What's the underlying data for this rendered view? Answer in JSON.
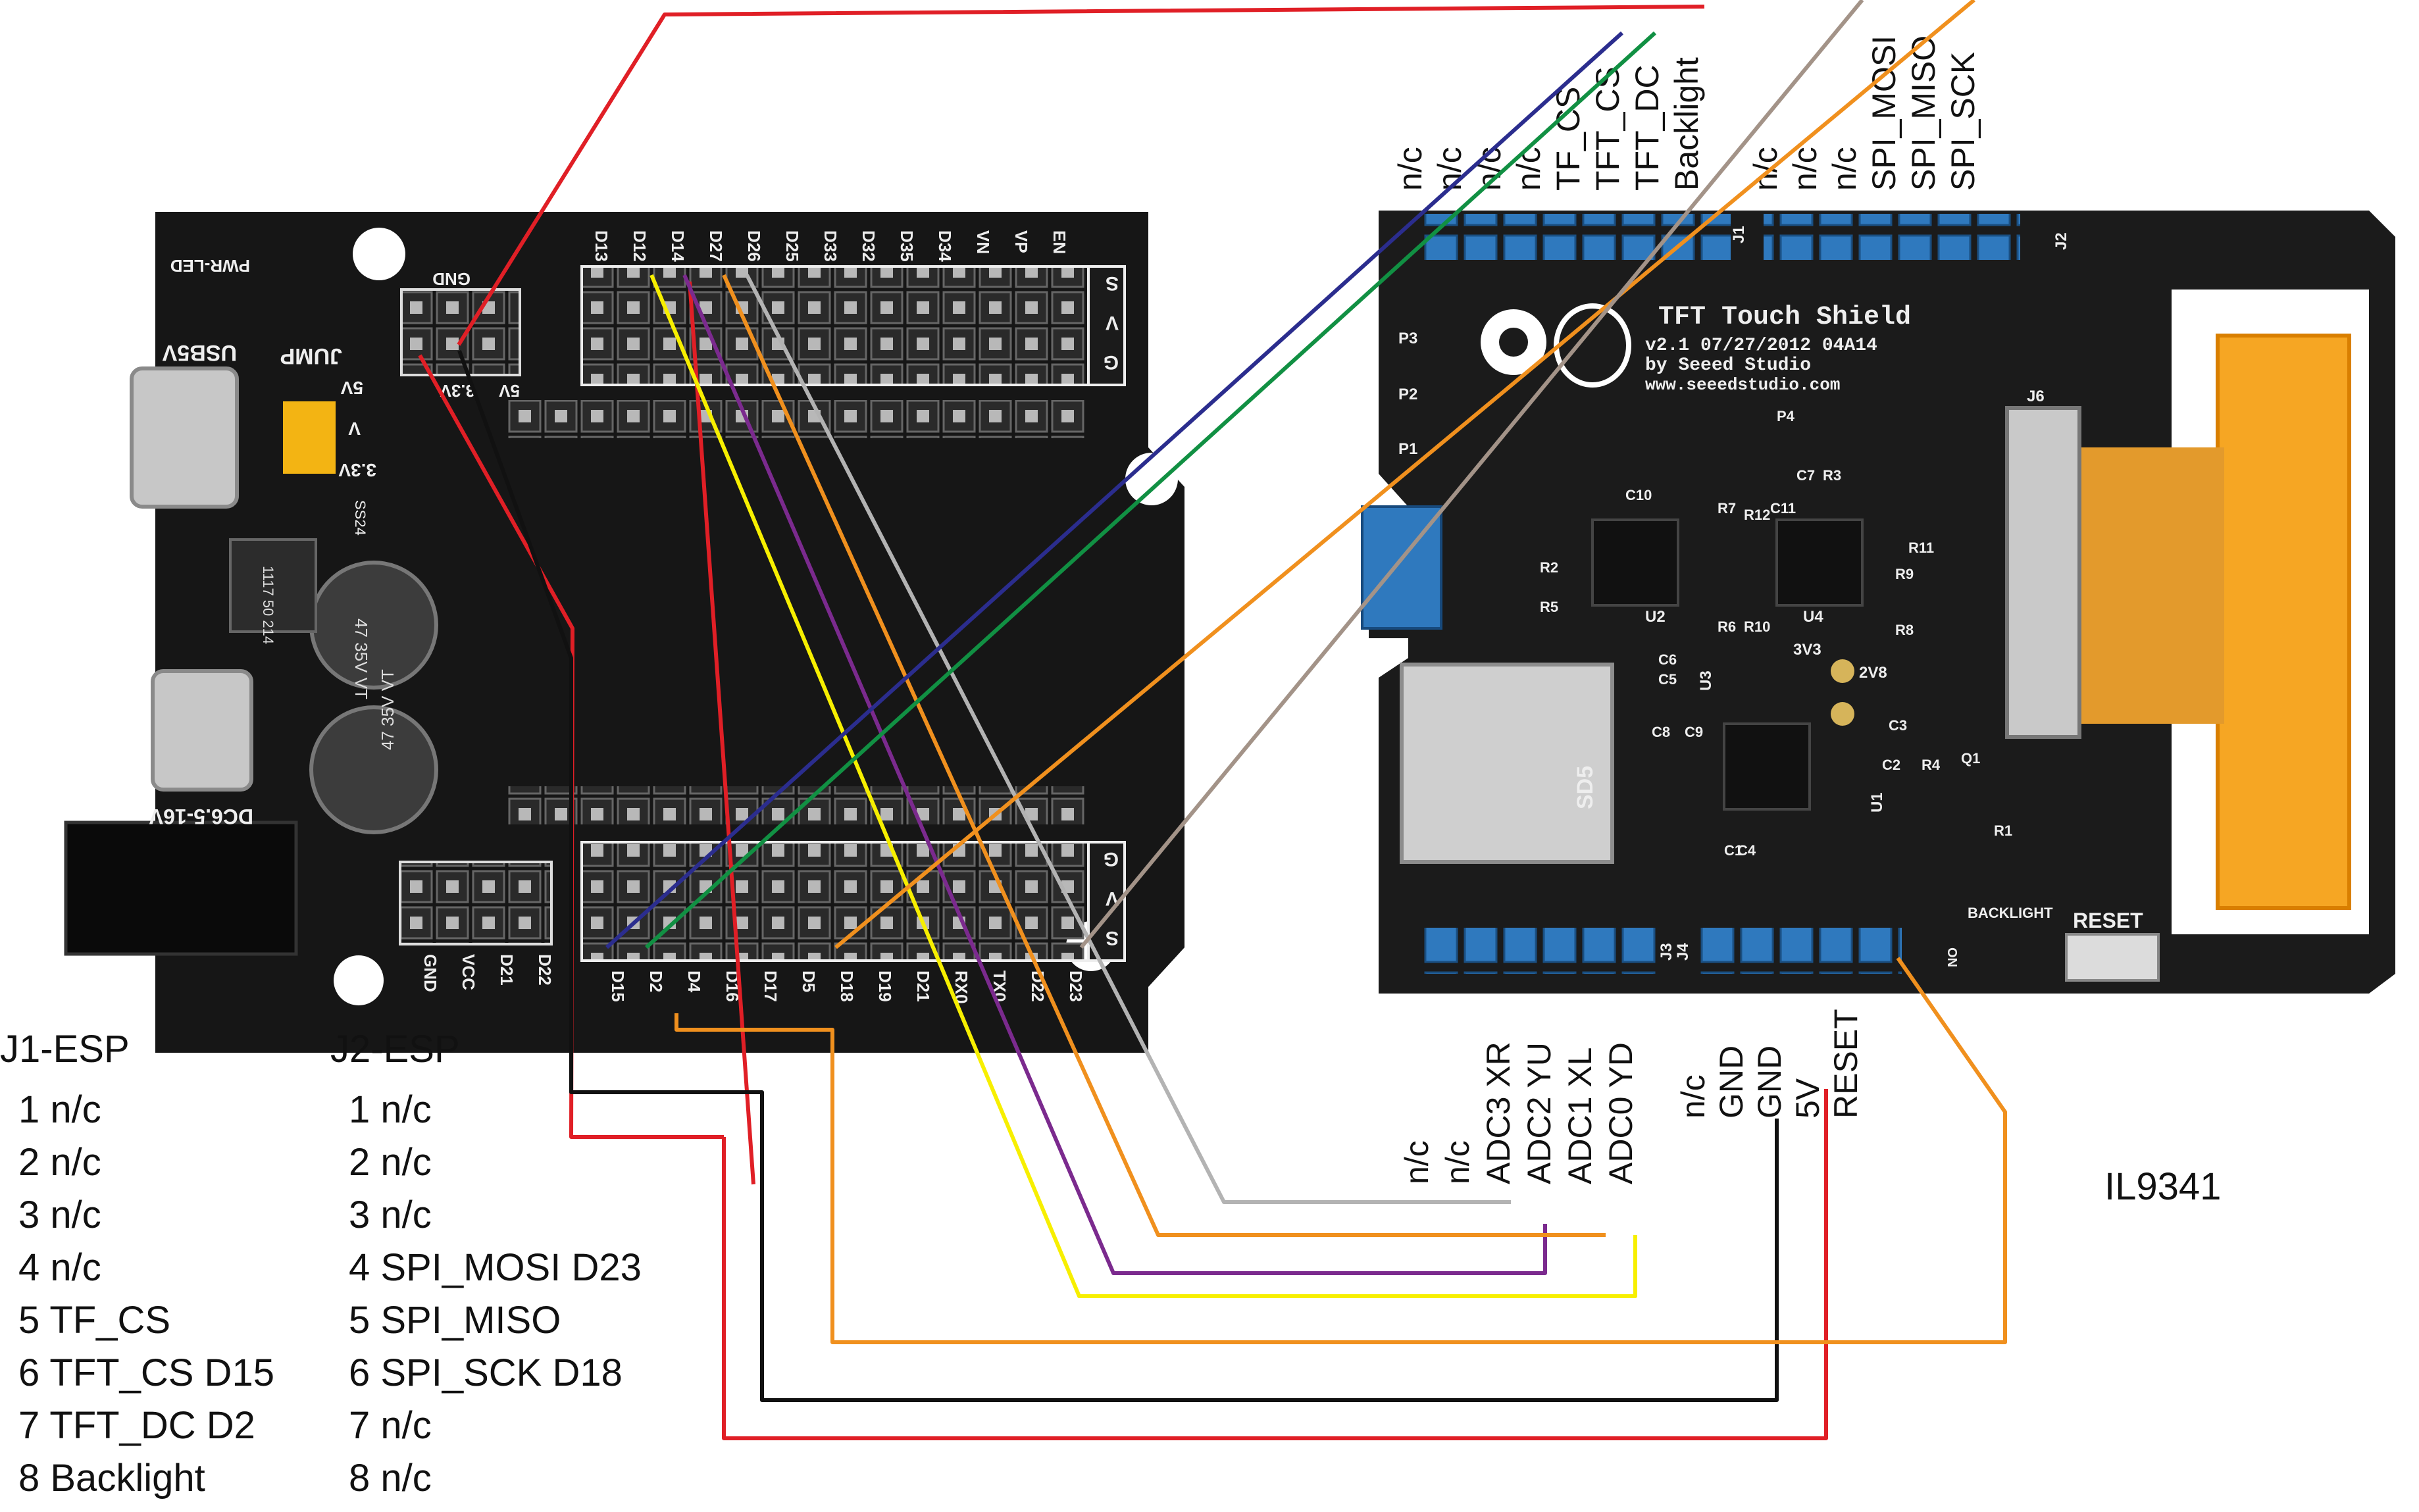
{
  "esp_board": {
    "top_header_labels": [
      "D13",
      "D12",
      "D14",
      "D27",
      "D26",
      "D25",
      "D33",
      "D32",
      "D35",
      "D34",
      "VN",
      "VP",
      "EN"
    ],
    "bottom_header_labels": [
      "D15",
      "D2",
      "D4",
      "D16",
      "D17",
      "D5",
      "D18",
      "D19",
      "D21",
      "RX0",
      "TX0",
      "D22",
      "D23"
    ],
    "side_labels": [
      "S",
      "V",
      "G"
    ],
    "aux_header_labels": [
      "GND",
      "VCC",
      "D21",
      "D22"
    ],
    "gnd_label": "GND",
    "v33_label": "3.3V",
    "v5_label": "5V",
    "jump_label": "JUMP",
    "jump_5v": "5V",
    "jump_v": "V",
    "jump_33v": "3.3V",
    "pwr_led": "PWR-LED",
    "usb_label": "USB5V",
    "dc_label": "DC6.5-16V",
    "ss24": "SS24",
    "ams_text": "1117 50 214",
    "cap1": "47 35V VT",
    "cap2": "47 35V VT"
  },
  "shield": {
    "title": "TFT Touch Shield",
    "version": "v2.1 07/27/2012 04A14",
    "by": "by Seeed Studio",
    "url": "www.seeedstudio.com",
    "top_pins_j1": [
      "n/c",
      "n/c",
      "n/c",
      "n/c",
      "TF_CS",
      "TFT_CS",
      "TFT_DC",
      "Backlight"
    ],
    "top_pins_j2": [
      "n/c",
      "n/c",
      "n/c",
      "SPI_MOSI",
      "SPI_MISO",
      "SPI_SCK"
    ],
    "bottom_pins_j3": [
      "n/c",
      "n/c",
      "ADC3 XR",
      "ADC2 YU",
      "ADC1 XL",
      "ADC0 YD"
    ],
    "bottom_pins_j4": [
      "n/c",
      "GND",
      "GND",
      "5V",
      "RESET"
    ],
    "j1": "J1",
    "j2": "J2",
    "j3": "J3",
    "j4": "J4",
    "j6": "J6",
    "reset_label": "RESET",
    "backlight_label": "BACKLIGHT",
    "on_label": "ON",
    "p1": "P1",
    "p2": "P2",
    "p3": "P3",
    "u2": "U2",
    "u3": "U3",
    "u4": "U4",
    "u1": "U1",
    "v33": "3V3",
    "v28": "2V8",
    "sd_text": "SD5",
    "components": [
      "C10",
      "R2",
      "R5",
      "R7",
      "R12",
      "C11",
      "R6",
      "R10",
      "R3",
      "C7",
      "P4",
      "R9",
      "R11",
      "R8",
      "C5",
      "C6",
      "C8",
      "C9",
      "C2",
      "C3",
      "C1",
      "C4",
      "R4",
      "Q1",
      "R1"
    ]
  },
  "legend_j1": {
    "title": "J1-ESP",
    "rows": [
      "1 n/c",
      "2 n/c",
      "3 n/c",
      "4 n/c",
      "5 TF_CS",
      "6 TFT_CS D15",
      "7 TFT_DC D2",
      "8 Backlight"
    ]
  },
  "legend_j2": {
    "title": "J2-ESP",
    "rows": [
      "1 n/c",
      "2 n/c",
      "3 n/c",
      "4 SPI_MOSI D23",
      "5 SPI_MISO",
      "6 SPI_SCK D18",
      "7 n/c",
      "8 n/c"
    ]
  },
  "display_label": "IL9341",
  "colors": {
    "pcb": "#151515",
    "pin_blue": "#1f6fb5",
    "wire_red": "#e01f26",
    "wire_black": "#111111",
    "wire_yellow": "#f7ef00",
    "wire_purple": "#7b2a8e",
    "wire_orange": "#f0901e",
    "wire_gray": "#b3b3b3",
    "wire_navy": "#2b2d8e",
    "wire_green": "#119043",
    "wire_brown": "#a39388",
    "flex_orange": "#f6a623"
  }
}
